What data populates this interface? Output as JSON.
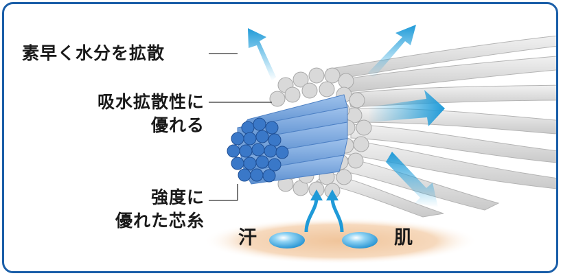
{
  "labels": {
    "quick_diffuse": "素早く水分を拡散",
    "absorb_line1": "吸水拡散性に",
    "absorb_line2": "優れる",
    "core_line1": "強度に",
    "core_line2": "優れた芯糸"
  },
  "skin": {
    "sweat": "汗",
    "skin": "肌"
  },
  "colors": {
    "border": "#1a5ea8",
    "core_fiber": "#3a78c8",
    "outer_fiber": "#d8d8d8",
    "arrow": "#2aa8e0",
    "skin": "#f2c8a0"
  }
}
